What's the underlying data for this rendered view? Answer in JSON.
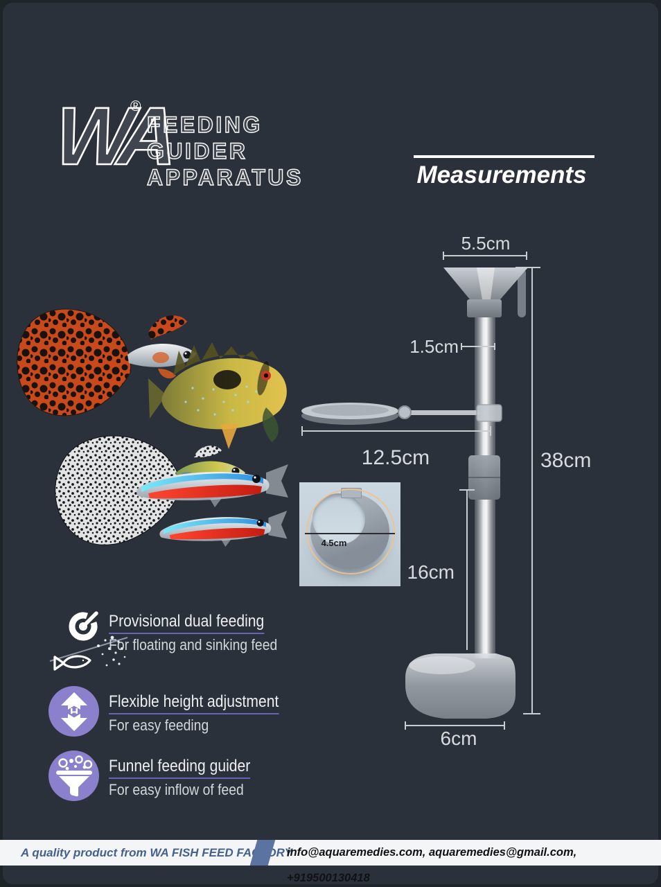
{
  "colors": {
    "background": "#2b313b",
    "frame": "#1f242b",
    "accent_purple": "#8b80cb",
    "underline_purple": "#6b63b5",
    "footer_left_text": "#44608f",
    "measure_text": "#d7dade",
    "inset_background": "#c4d1da",
    "inset_circle_orange": "#f0c38c"
  },
  "logo": {
    "mark": "WA",
    "registered": "®",
    "lines": [
      "FEEDING",
      "GUIDER",
      "APPARATUS"
    ]
  },
  "section_title": "Measurements",
  "diagram": {
    "labels": {
      "funnel_width": "5.5cm",
      "tube_diameter": "1.5cm",
      "tray_length": "12.5cm",
      "total_height": "38cm",
      "lower_tube_height": "16cm",
      "ring_diameter": "4.5cm",
      "base_width": "6cm"
    }
  },
  "features": [
    {
      "title": "Provisional dual feeding",
      "subtitle": "For floating and sinking feed",
      "icon": "target-and-fish-icon"
    },
    {
      "title": "Flexible height adjustment",
      "subtitle": "For easy feeding",
      "icon": "height-adjust-icon",
      "icon_letter": "H"
    },
    {
      "title": "Funnel feeding guider",
      "subtitle": "For easy inflow of feed",
      "icon": "funnel-feed-icon"
    }
  ],
  "footer": {
    "left": "A quality product from WA FISH FEED FACTORY",
    "right": "info@aquaremedies.com, aquaremedies@gmail.com, +919500130418"
  }
}
